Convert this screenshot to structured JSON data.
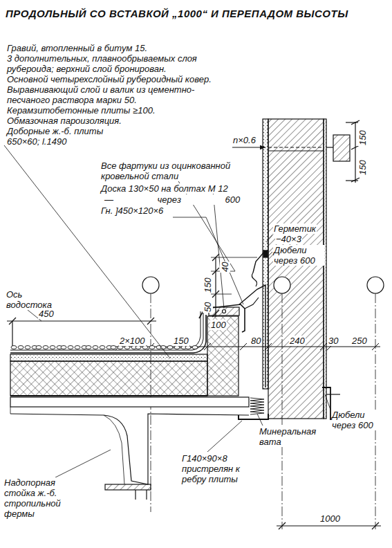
{
  "diagram": {
    "title": "ПРОДОЛЬНЫЙ СО ВСТАВКОЙ „1000“ И ПЕРЕПАДОМ ВЫСОТЫ",
    "labels": [
      "Гравий, втопленный в битум 15.",
      "3 дополнительных, плавнообрываемых слоя рубероида; верхний слой бронирован.",
      "Основной четырехслойный рубероидный ковер.",
      "Выравнивающий слой и валик из цементно-песчаного раствора марки 50.",
      "Керамзитобетонные плиты ≥100.",
      "Обмазочная пароизоляция.",
      "Доборные ж.-б. плиты 650×60; l.1490",
      "n×0.6",
      "150",
      "150",
      "Все фартуки из оцинкованной кровельной стали",
      "Доска 130×50 на болтах М 12",
      "— через 600",
      "Гн. ]450×120×6",
      "Герметик",
      "−40×3",
      "Дюбели через 600",
      "40",
      "150",
      "50",
      "Ось водостока",
      "450",
      "2×100",
      "150",
      "100",
      "80",
      "240",
      "30",
      "250",
      "Дюбели через 600",
      "Минеральная вата",
      "Г140×90×8 пристрелян к ребру плиты",
      "Надопорная стойка ж.-б. стропильной фермы",
      "1000"
    ]
  }
}
